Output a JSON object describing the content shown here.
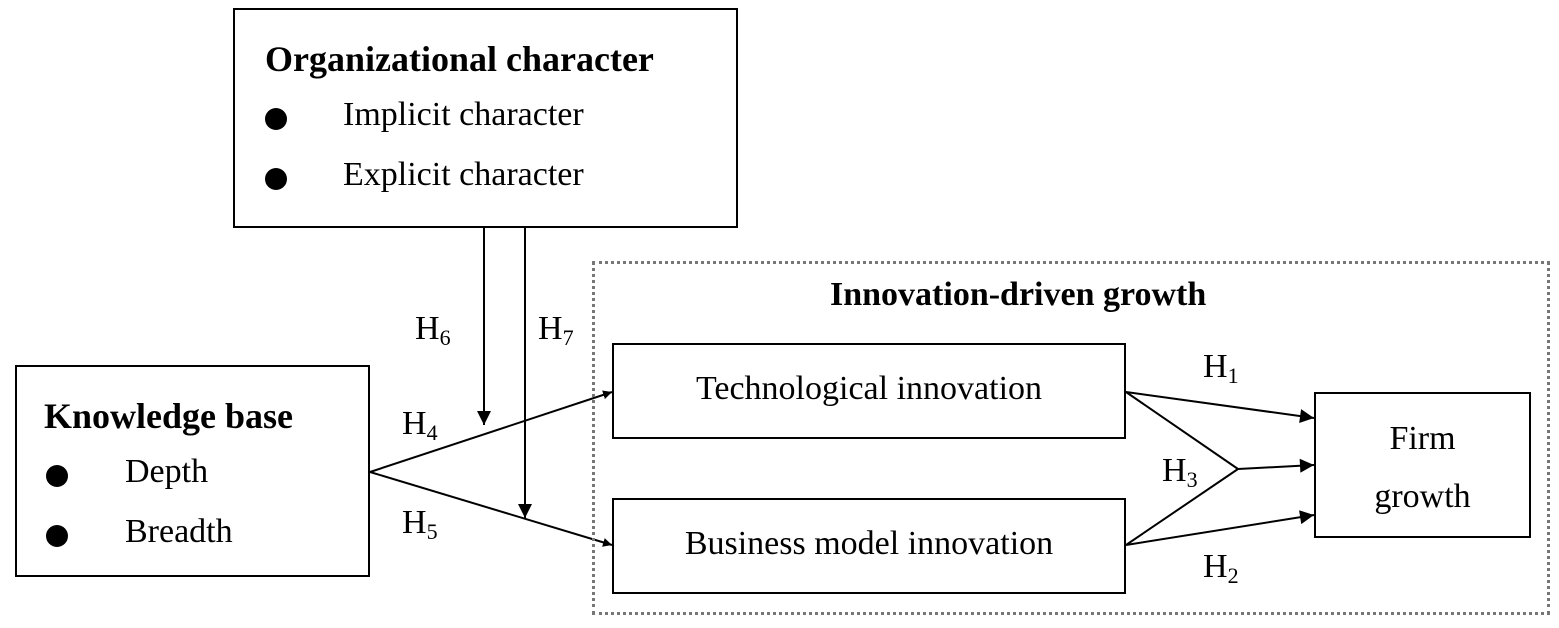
{
  "organizational_character": {
    "title": "Organizational character",
    "items": [
      "Implicit character",
      "Explicit character"
    ]
  },
  "knowledge_base": {
    "title": "Knowledge base",
    "items": [
      "Depth",
      "Breadth"
    ]
  },
  "innovation_group": {
    "title": "Innovation-driven growth",
    "technological": "Technological innovation",
    "business_model": "Business model innovation"
  },
  "firm_growth": {
    "line1": "Firm",
    "line2": "growth"
  },
  "hypotheses": {
    "h1": {
      "letter": "H",
      "num": "1"
    },
    "h2": {
      "letter": "H",
      "num": "2"
    },
    "h3": {
      "letter": "H",
      "num": "3"
    },
    "h4": {
      "letter": "H",
      "num": "4"
    },
    "h5": {
      "letter": "H",
      "num": "5"
    },
    "h6": {
      "letter": "H",
      "num": "6"
    },
    "h7": {
      "letter": "H",
      "num": "7"
    }
  }
}
